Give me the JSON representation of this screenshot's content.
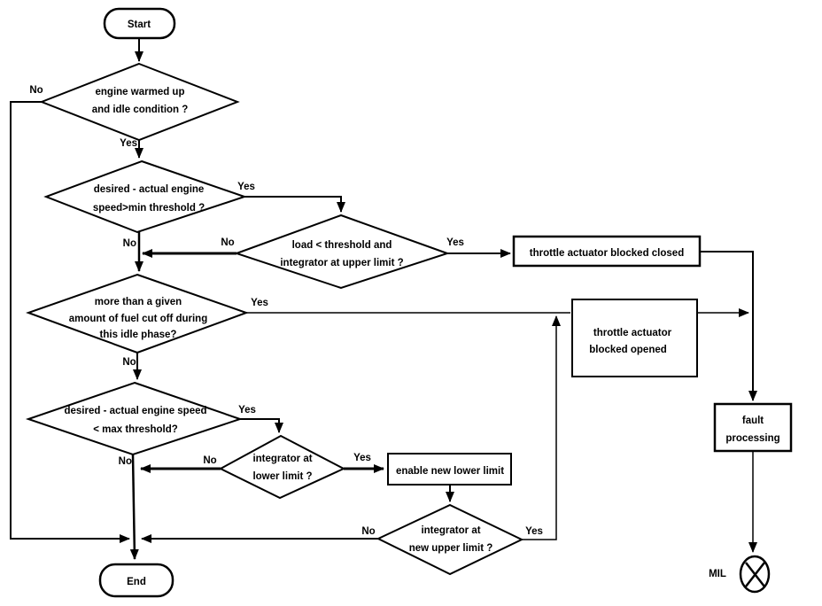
{
  "nodes": {
    "start": {
      "label": "Start"
    },
    "warmup": {
      "l1": "engine warmed up",
      "l2": "and idle condition ?"
    },
    "min_threshold": {
      "l1": "desired - actual engine",
      "l2": "speed>min threshold ?"
    },
    "load": {
      "l1": "load < threshold and",
      "l2": "integrator at upper limit ?"
    },
    "blocked_closed": {
      "label": "throttle actuator blocked closed"
    },
    "fuel_cutoff": {
      "l1": "more than a given",
      "l2": "amount of fuel cut off during",
      "l3": "this idle phase?"
    },
    "blocked_opened": {
      "l1": "throttle actuator",
      "l2": "blocked opened"
    },
    "fault": {
      "l1": "fault",
      "l2": "processing"
    },
    "max_threshold": {
      "l1": "desired - actual engine speed",
      "l2": "< max threshold?"
    },
    "lower_limit": {
      "l1": "integrator at",
      "l2": "lower limit ?"
    },
    "enable_lower": {
      "label": "enable new lower limit"
    },
    "new_upper": {
      "l1": "integrator at",
      "l2": "new upper limit ?"
    },
    "end": {
      "label": "End"
    },
    "mil": {
      "label": "MIL"
    }
  },
  "labels": {
    "warmup_no": "No",
    "warmup_yes": "Yes",
    "min_yes": "Yes",
    "min_no": "No",
    "load_no": "No",
    "load_yes": "Yes",
    "fuel_yes": "Yes",
    "fuel_no": "No",
    "max_yes": "Yes",
    "max_no": "No",
    "lower_no": "No",
    "lower_yes": "Yes",
    "upper_no": "No",
    "upper_yes": "Yes"
  },
  "colors": {
    "stroke": "#000000",
    "background": "#ffffff",
    "text": "#000000"
  }
}
